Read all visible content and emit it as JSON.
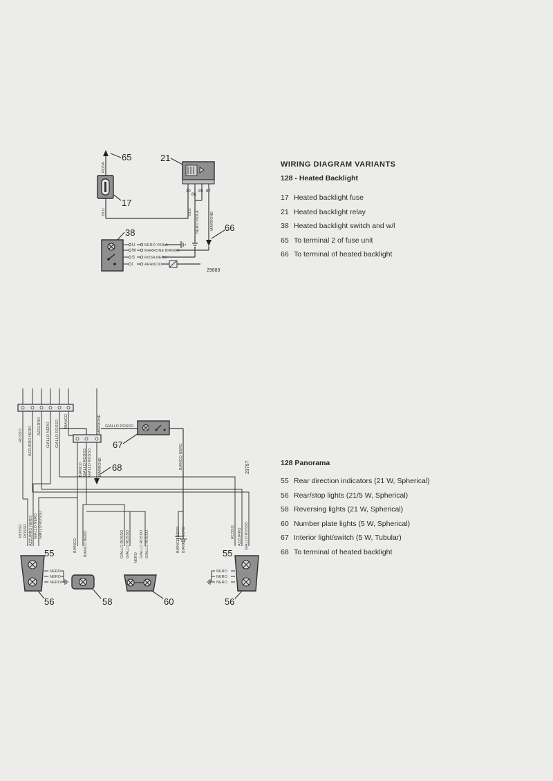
{
  "variants": {
    "heading": "WIRING DIAGRAM VARIANTS",
    "heated": {
      "title": "128 - Heated Backlight",
      "items": [
        {
          "num": "17",
          "label": "Heated backlight fuse"
        },
        {
          "num": "21",
          "label": "Heated backlight relay"
        },
        {
          "num": "38",
          "label": "Heated backlight switch and w/l"
        },
        {
          "num": "65",
          "label": "To terminal 2 of fuse unit"
        },
        {
          "num": "66",
          "label": "To terminal of heated backlight"
        }
      ]
    },
    "panorama": {
      "title": "128 Panorama",
      "items": [
        {
          "num": "55",
          "label": "Rear direction indicators (21 W, Spherical)"
        },
        {
          "num": "56",
          "label": "Rear/stop lights (21/5 W, Spherical)"
        },
        {
          "num": "58",
          "label": "Reversing lights (21 W, Spherical)"
        },
        {
          "num": "60",
          "label": "Number plate lights (5 W, Spherical)"
        },
        {
          "num": "67",
          "label": "Interior light/switch (5 W, Tubular)"
        },
        {
          "num": "68",
          "label": "To terminal of heated backlight"
        }
      ]
    }
  },
  "diagram_heated": {
    "refs": {
      "r65": "65",
      "r21": "21",
      "r17": "17",
      "r38": "38",
      "r66": "66"
    },
    "drawing_number": "29689",
    "wire_labels": {
      "rosa": "ROSA",
      "blu": "BLU",
      "blu_relay": "BLU",
      "nero_viola_v": "NERO VIOLA",
      "marrone_v": "MARRONE",
      "nero_viola": "NERO VIOLA",
      "marrone_bianco": "MARRONE BIANCO",
      "rosa_nero": "ROSA NERO",
      "arancio": "ARANCIO"
    },
    "relay_pins": {
      "p30": "30",
      "p86": "86",
      "p85": "85",
      "p87": "87"
    },
    "switch_pins": {
      "u": "U",
      "w": "W",
      "s": "S",
      "i": "I"
    }
  },
  "diagram_panorama": {
    "refs": {
      "r55a": "55",
      "r55b": "55",
      "r56a": "56",
      "r56b": "56",
      "r58": "58",
      "r60": "60",
      "r67": "67",
      "r68": "68"
    },
    "drawing_number": "29797",
    "wire_labels": {
      "rosso1": "ROSSO",
      "azzurro_nero": "AZZURRO NERO",
      "azzurro": "AZZURRO",
      "giallo_nero": "GIALLO NERO",
      "giallo_rosso_top": "GIALLO ROSSO",
      "bianco_top": "BIANCO",
      "marrone_top": "MARRONE",
      "giallo_rosso_67": "GIALLO ROSSO",
      "bianco_j": "BIANCO",
      "giallo_rosso_j1": "GIALLO ROSSO",
      "giallo_rosso_j2": "GIALLO ROSSO",
      "marrone_j": "MARRONE",
      "bianco_nero_67": "BIANCO NERO",
      "l55_rosso_a": "ROSSO",
      "l55_rosso_b": "ROSSO",
      "l55_azzurro_nero": "AZZURRO NERO",
      "l55_giallo_nero": "GIALLO NERO",
      "l55_giallo_rosso": "GIALLO ROSSO",
      "l58_bianco": "BIANCO",
      "l58_bianco_nero": "BIANCO NERO",
      "l60_giallo_rosso_a": "GIALLO ROSSO",
      "l60_giallo_rosso_b": "GIALLO ROSSO",
      "l60_nero": "NERO",
      "l60_giallo_rosso_c": "GIALLO ROSSO",
      "l60_giallo_rosso_d": "GIALLO ROSSO",
      "g_bianco_nero_a": "BIANCO NERO",
      "g_bianco_nero_b": "BIANCO NERO",
      "r55_rosso": "ROSSO",
      "r55_azzurro": "AZZURRO",
      "r55_giallo_rosso": "GIALLO ROSSO",
      "nero_l1": "NERO",
      "nero_l2": "NERO",
      "nero_l3": "NERO",
      "nero_r1": "NERO",
      "nero_r2": "NERO",
      "nero_r3": "NERO"
    }
  }
}
